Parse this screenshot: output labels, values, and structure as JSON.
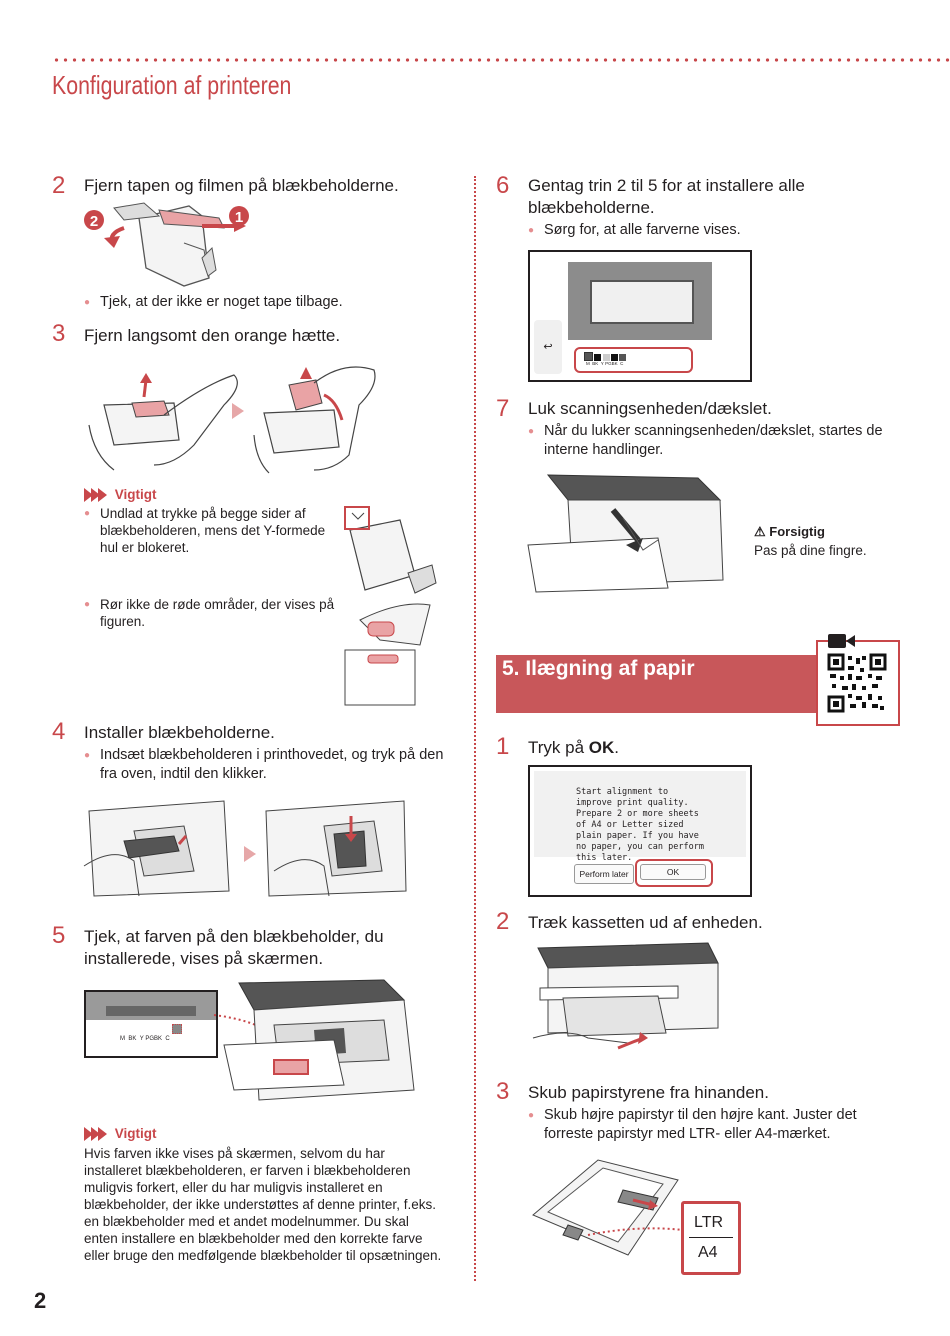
{
  "page_title": "Konfiguration af printeren",
  "page_number": "2",
  "colors": {
    "accent": "#c8474a",
    "section_bar": "#c8575a",
    "bullet": "#e58e90"
  },
  "left": {
    "step2": {
      "num": "2",
      "title": "Fjern tapen og filmen på blækbeholderne.",
      "bullet": "Tjek, at der ikke er noget tape tilbage.",
      "badge1": "1",
      "badge2": "2"
    },
    "step3": {
      "num": "3",
      "title": "Fjern langsomt den orange hætte."
    },
    "important1": {
      "heading": "Vigtigt",
      "bullet1": "Undlad at trykke på begge sider af blækbeholderen, mens det Y-formede hul er blokeret.",
      "bullet2": "Rør ikke de røde områder, der vises på figuren."
    },
    "step4": {
      "num": "4",
      "title": "Installer blækbeholderne.",
      "bullet": "Indsæt blækbeholderen i printhovedet, og tryk på den fra oven, indtil den klikker."
    },
    "step5": {
      "num": "5",
      "title": "Tjek, at farven på den blækbeholder, du installerede, vises på skærmen.",
      "labels": [
        "M",
        "BK",
        "Y",
        "PGBK",
        "C"
      ]
    },
    "important2": {
      "heading": "Vigtigt",
      "text": "Hvis farven ikke vises på skærmen, selvom du har installeret blækbeholderen, er farven i blækbeholderen muligvis forkert, eller du har muligvis installeret en blækbeholder, der ikke understøttes af denne printer, f.eks. en blækbeholder med et andet modelnummer. Du skal enten installere en blækbeholder med den korrekte farve eller bruge den medfølgende blækbeholder til opsætningen."
    }
  },
  "right": {
    "step6": {
      "num": "6",
      "title": "Gentag trin 2 til 5 for at installere alle blækbeholderne.",
      "bullet": "Sørg for, at alle farverne vises.",
      "labels": [
        "M",
        "BK",
        "Y",
        "PGBK",
        "C"
      ]
    },
    "step7": {
      "num": "7",
      "title": "Luk scanningsenheden/dækslet.",
      "bullet": "Når du lukker scanningsenheden/dækslet, startes de interne handlinger.",
      "caution_heading": "Forsigtig",
      "caution_text": "Pas på dine fingre."
    },
    "section5": {
      "title": "5. Ilægning af papir"
    },
    "paper_step1": {
      "num": "1",
      "title_prefix": "Tryk på ",
      "title_bold": "OK",
      "title_suffix": ".",
      "screen_text": "Start alignment to improve print quality. Prepare 2 or more sheets of A4 or Letter sized plain paper. If you have no paper, you can perform this later.",
      "btn_later": "Perform later",
      "btn_ok": "OK"
    },
    "paper_step2": {
      "num": "2",
      "title": "Træk kassetten ud af enheden."
    },
    "paper_step3": {
      "num": "3",
      "title": "Skub papirstyrene fra hinanden.",
      "bullet": "Skub højre papirstyr til den højre kant. Juster det forreste papirstyr med LTR- eller A4-mærket.",
      "label_ltr": "LTR",
      "label_a4": "A4"
    }
  }
}
